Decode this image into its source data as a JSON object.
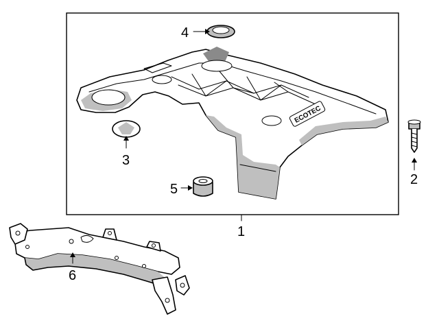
{
  "callouts": {
    "part_1": "1",
    "part_2": "2",
    "part_3": "3",
    "part_4": "4",
    "part_5": "5",
    "part_6": "6"
  },
  "cover_logo_text": "ECOTEC",
  "colors": {
    "ink": "#000000",
    "shade": "#bfbfbf",
    "background": "#ffffff"
  }
}
